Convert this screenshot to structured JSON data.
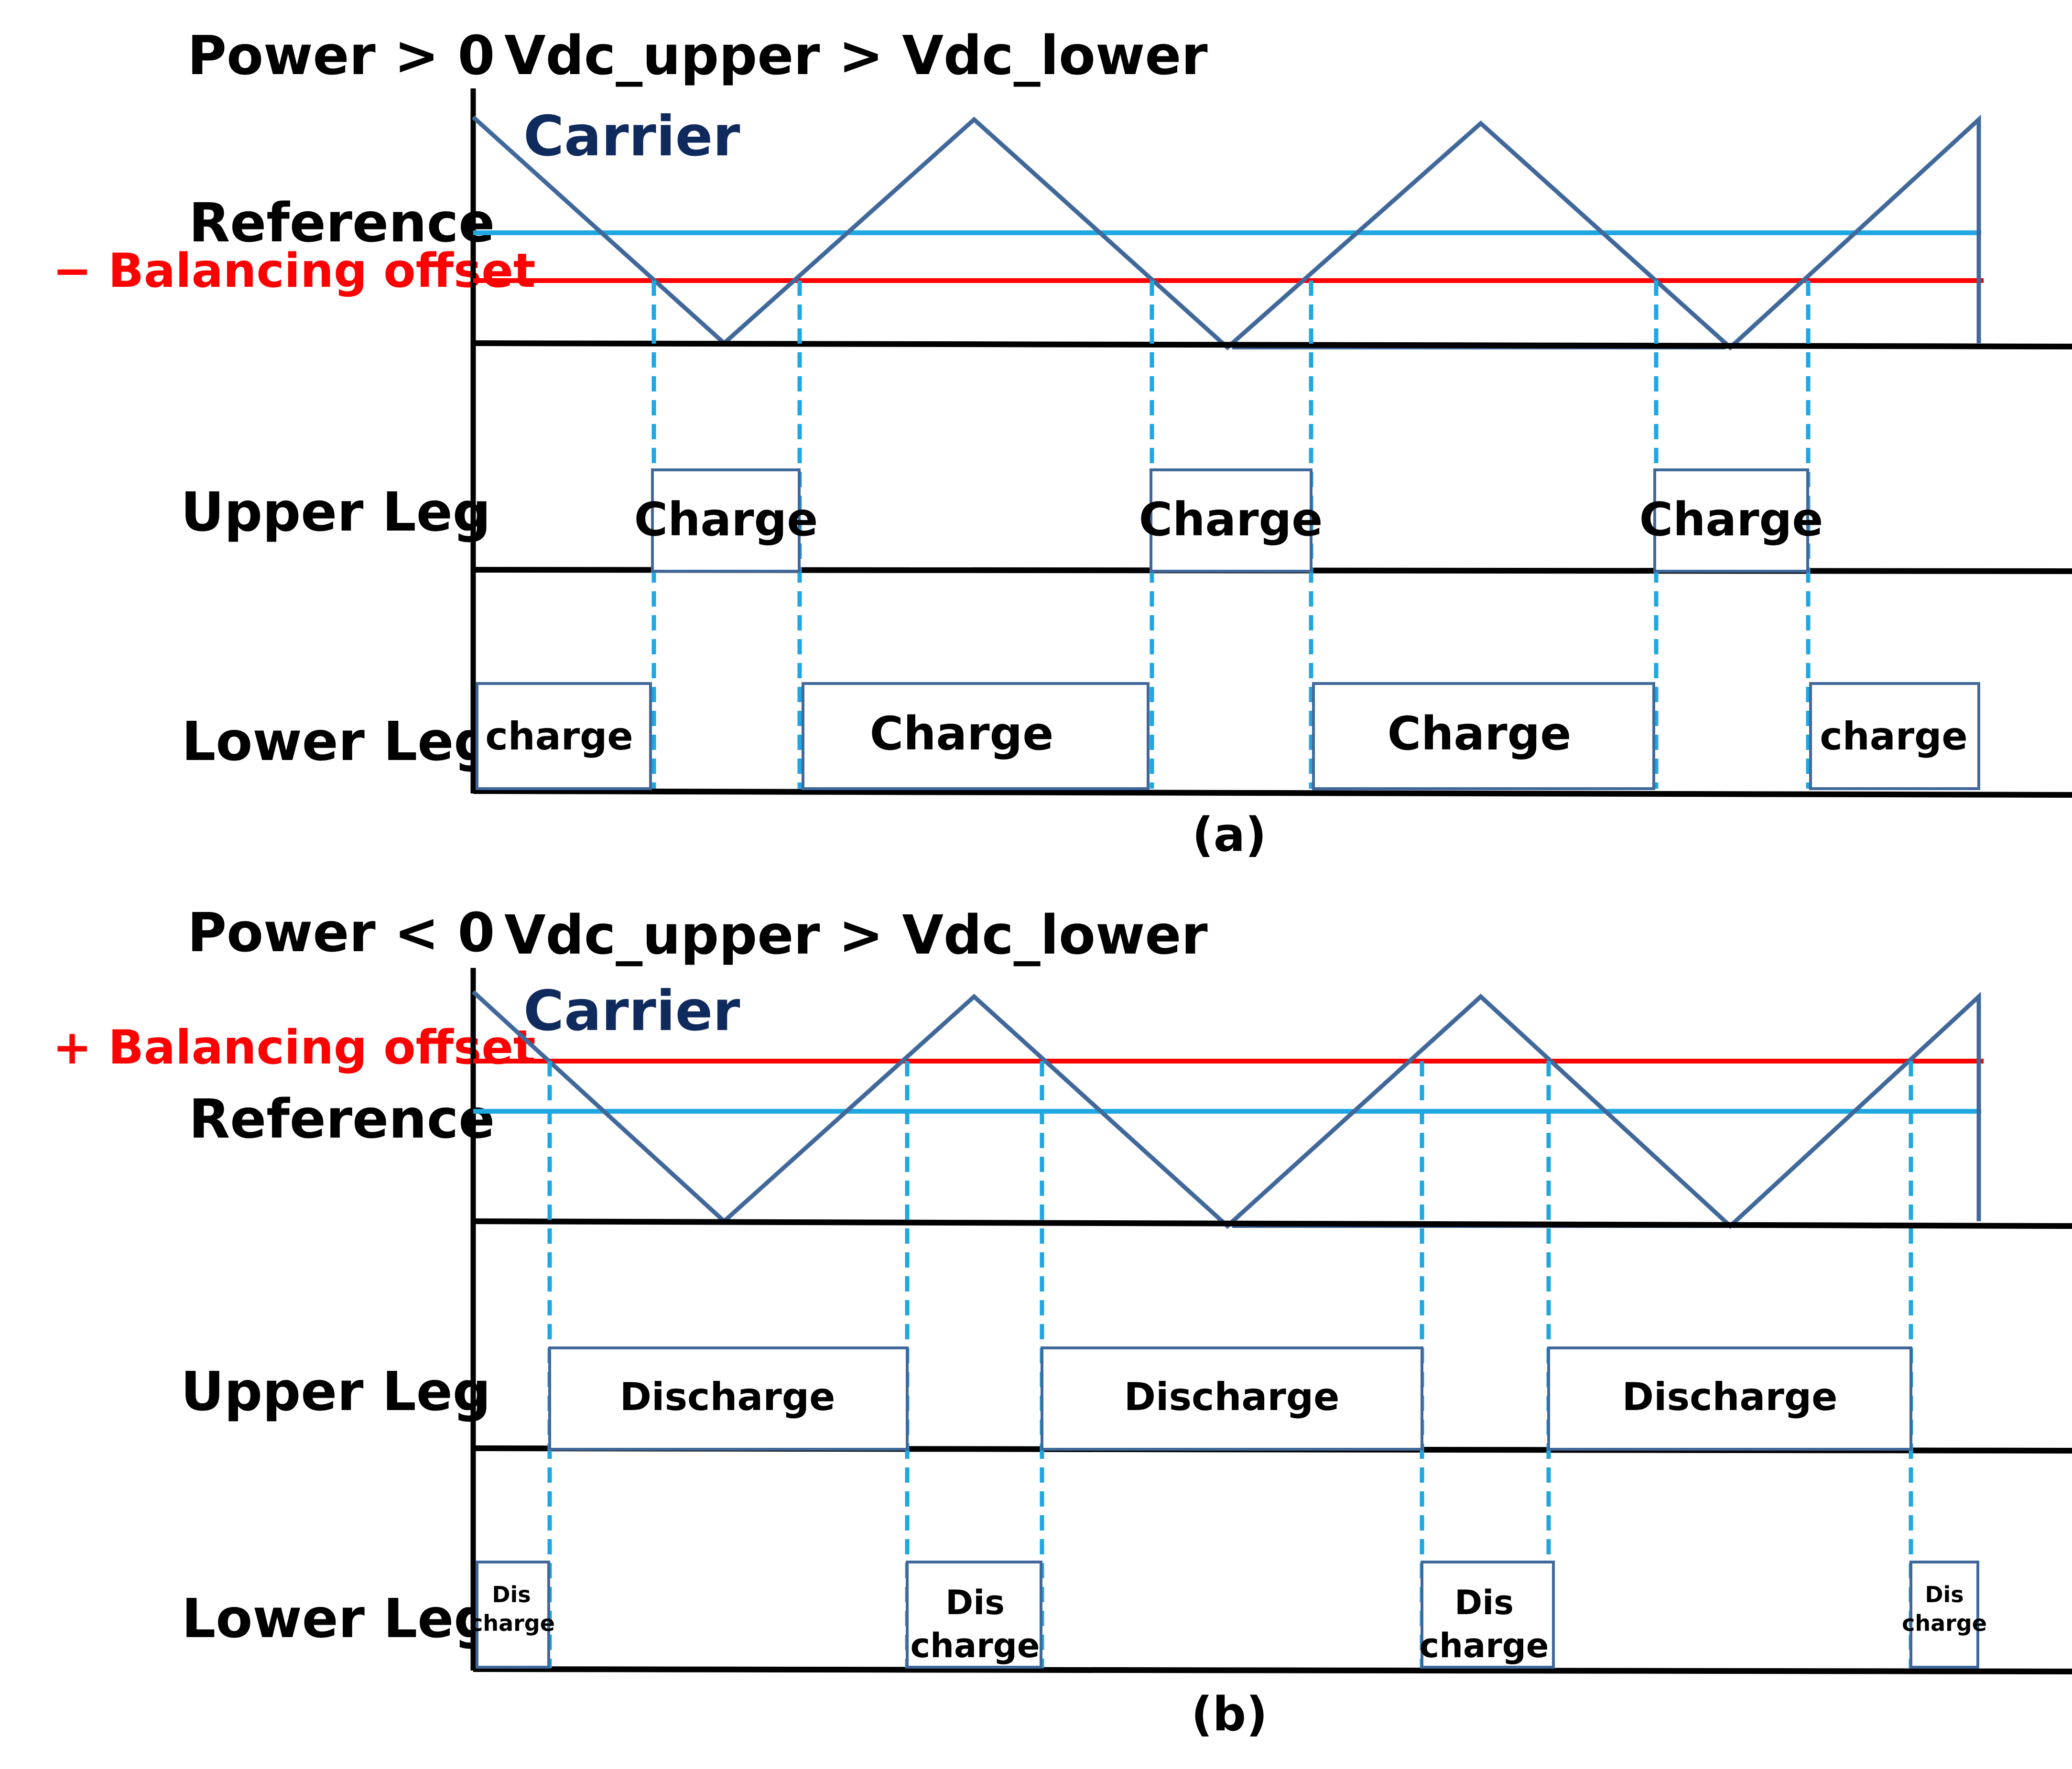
{
  "colors": {
    "carrier": "#41689a",
    "reference": "#1fa7e2",
    "offset": "#ff0000",
    "axis": "#000000",
    "dashed": "#1fa7e2",
    "box": "#41689a",
    "carrier_label": "#0f2a5c"
  },
  "panel_a": {
    "title_power": "Power > 0",
    "title_voltage": "Vdc_upper > Vdc_lower",
    "carrier_label": "Carrier",
    "reference_label": "Reference",
    "offset_label": "− Balancing offset",
    "upper_leg_label": "Upper Leg",
    "lower_leg_label": "Lower Leg",
    "upper_boxes": [
      "Charge",
      "Charge",
      "Charge"
    ],
    "lower_boxes": [
      "charge",
      "Charge",
      "Charge",
      "charge"
    ],
    "caption": "(a)"
  },
  "panel_b": {
    "title_power": "Power < 0",
    "title_voltage": "Vdc_upper > Vdc_lower",
    "carrier_label": "Carrier",
    "reference_label": "Reference",
    "offset_label": "+ Balancing offset",
    "upper_leg_label": "Upper Leg",
    "lower_leg_label": "Lower Leg",
    "upper_boxes": [
      "Discharge",
      "Discharge",
      "Discharge"
    ],
    "lower_boxes": [
      {
        "line1": "Dis",
        "line2": "charge"
      },
      {
        "line1": "Dis",
        "line2": "charge"
      },
      {
        "line1": "Dis",
        "line2": "charge"
      },
      {
        "line1": "Dis",
        "line2": "charge"
      }
    ],
    "caption": "(b)"
  }
}
